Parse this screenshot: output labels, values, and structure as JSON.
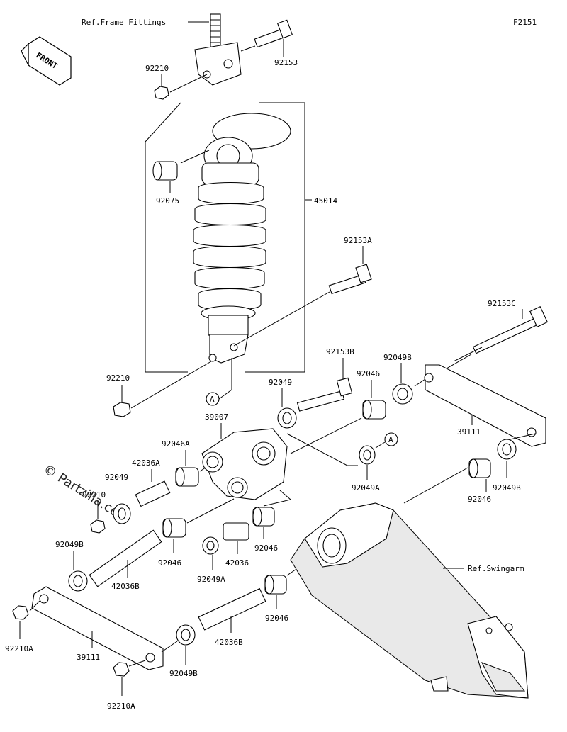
{
  "figure_id": "F2151",
  "watermark": "© Partzilla.com",
  "front_label": "FRONT",
  "ref_labels": {
    "frame": "Ref.Frame Fittings",
    "swingarm": "Ref.Swingarm"
  },
  "callout_letter": "A",
  "parts": {
    "p92153": "92153",
    "p92210_top": "92210",
    "p92075": "92075",
    "p45014": "45014",
    "p92153A": "92153A",
    "p92153C": "92153C",
    "p92210_mid": "92210",
    "p92153B": "92153B",
    "p92049B_top": "92049B",
    "p92049_top": "92049",
    "p92046_top": "92046",
    "p39007": "39007",
    "p39111_right": "39111",
    "p92046A": "92046A",
    "p42036A": "42036A",
    "p92049_left": "92049",
    "p92210_left": "92210",
    "p92049A_right": "92049A",
    "p92049B_right": "92049B",
    "p92046_right": "92046",
    "p92049B_left": "92049B",
    "p92046_a": "92046",
    "p42036": "42036",
    "p92046_b": "92046",
    "p42036B_left": "42036B",
    "p92049A_mid": "92049A",
    "p92046_c": "92046",
    "p92210A_left": "92210A",
    "p39111_left": "39111",
    "p42036B_mid": "42036B",
    "p92049B_bottom": "92049B",
    "p92210A_bottom": "92210A"
  }
}
